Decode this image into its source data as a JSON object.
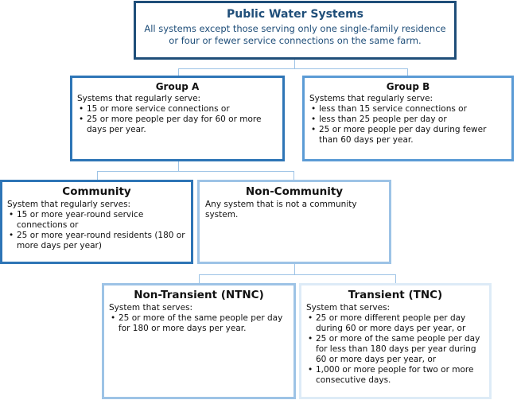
{
  "root": {
    "title": "Public Water Systems",
    "subtitle_line1": "All systems except those serving only one single-family residence",
    "subtitle_line2": "or four or fewer service connections on the same farm."
  },
  "group_a": {
    "title": "Group A",
    "lead": "Systems that regularly serve:",
    "bullets": [
      "15 or more service connections or",
      "25 or more people per day for 60 or more days per year."
    ]
  },
  "group_b": {
    "title": "Group B",
    "lead": "Systems that regularly serve:",
    "bullets": [
      "less than 15 service connections or",
      "less than 25 people per day or",
      "25 or more people per day during fewer than 60 days per year."
    ]
  },
  "community": {
    "title": "Community",
    "lead": "System that regularly serves:",
    "bullets": [
      "15 or more year-round service connections or",
      "25 or more year-round residents (180 or more days per year)"
    ]
  },
  "non_community": {
    "title": "Non-Community",
    "lead": "Any system that is not a community system."
  },
  "ntnc": {
    "title": "Non-Transient (NTNC)",
    "lead": "System that serves:",
    "bullets": [
      "25 or more of the same people per day for 180 or more days per year."
    ]
  },
  "tnc": {
    "title": "Transient (TNC)",
    "lead": "System that serves:",
    "bullets": [
      "25 or more different people per day during 60 or more days per year, or",
      "25 or more of the same people per day for less than 180 days per year during 60 or more days per year, or",
      "1,000 or more people for two or more consecutive days."
    ]
  },
  "colors": {
    "root_border": "#1f4e79",
    "group_a_border": "#2e75b6",
    "group_b_border": "#5b9bd5",
    "community_border": "#2e75b6",
    "non_community_border": "#9dc3e6",
    "ntnc_border": "#9dc3e6",
    "tnc_border": "#ddebf7",
    "connector": "#9dc3e6"
  }
}
